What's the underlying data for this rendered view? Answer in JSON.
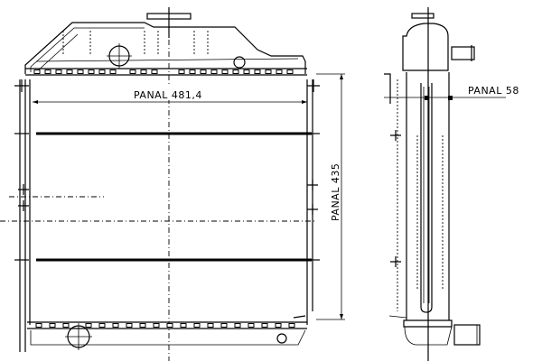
{
  "drawing": {
    "type": "radiator technical drawing",
    "views": [
      "front-view",
      "side-view"
    ],
    "dimensions": {
      "panel_width": {
        "label": "PANAL 481,4",
        "value": 481.4
      },
      "panel_height": {
        "label": "PANAL 435",
        "value": 435
      },
      "panel_depth": {
        "label": "PANAL 58",
        "value": 58
      }
    }
  }
}
